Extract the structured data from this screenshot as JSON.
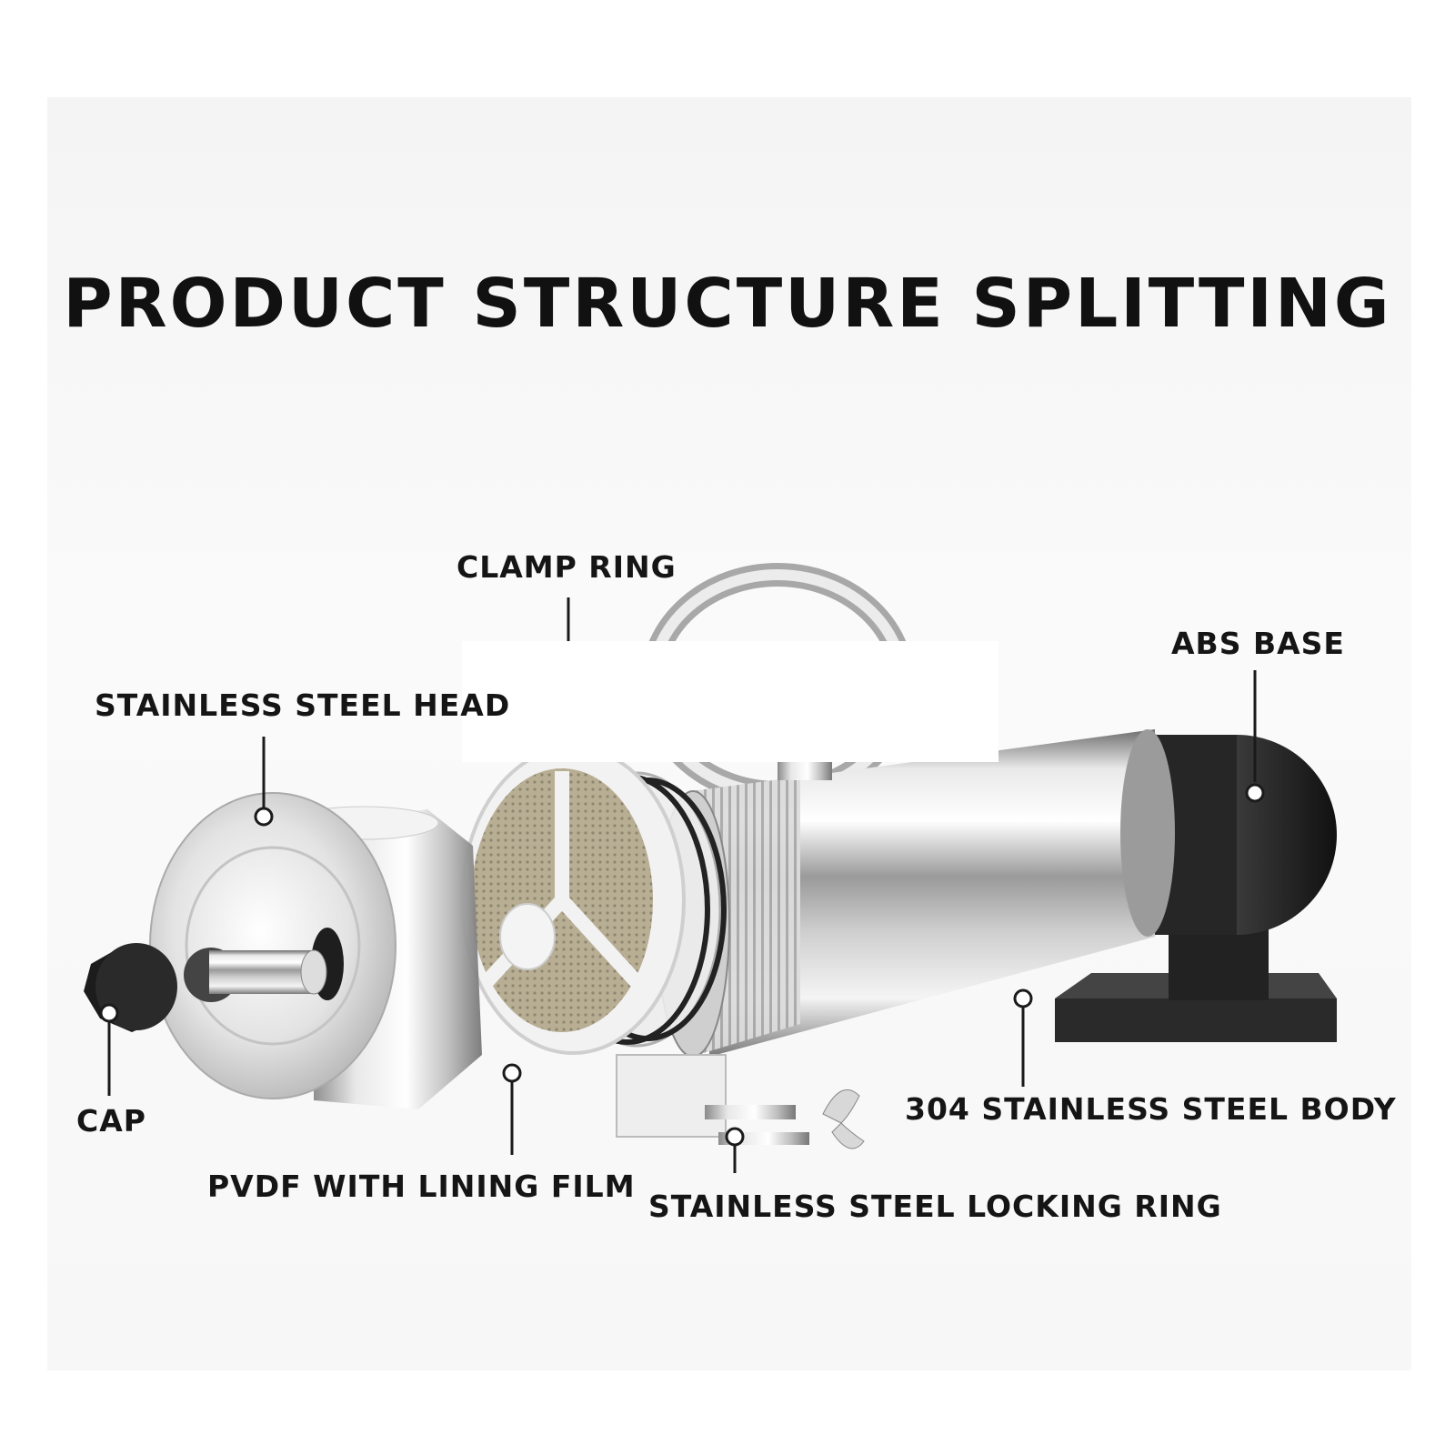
{
  "title": "PRODUCT STRUCTURE SPLITTING",
  "labels": {
    "clamp_ring": "CLAMP RING",
    "abs_base": "ABS BASE",
    "stainless_steel_head": "STAINLESS STEEL HEAD",
    "cap": "CAP",
    "pvdf_with_lining_film": "PVDF WITH LINING FILM",
    "stainless_steel_locking_ring": "STAINLESS STEEL LOCKING RING",
    "body_304": "304 STAINLESS STEEL BODY"
  }
}
